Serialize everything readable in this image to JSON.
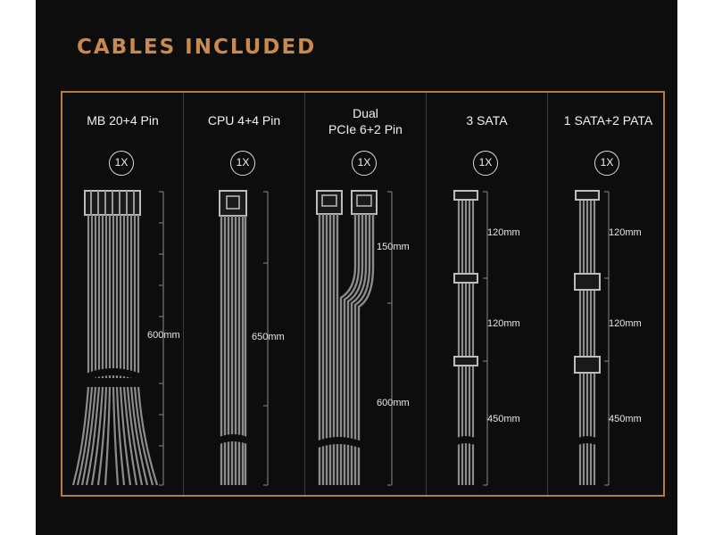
{
  "title": "CABLES INCLUDED",
  "colors": {
    "accent": "#c98a4c",
    "border": "#b47b44",
    "background": "#0d0d0d",
    "text": "#f2f2f2",
    "cable": "#a8a8a8"
  },
  "cables": [
    {
      "name": "MB 20+4 Pin",
      "quantity": "1X",
      "lengths": [
        "600mm"
      ]
    },
    {
      "name": "CPU 4+4 Pin",
      "quantity": "1X",
      "lengths": [
        "650mm"
      ]
    },
    {
      "name": "Dual\nPCIe 6+2 Pin",
      "quantity": "1X",
      "lengths": [
        "150mm",
        "600mm"
      ]
    },
    {
      "name": "3 SATA",
      "quantity": "1X",
      "lengths": [
        "120mm",
        "120mm",
        "450mm"
      ]
    },
    {
      "name": "1 SATA+2 PATA",
      "quantity": "1X",
      "lengths": [
        "120mm",
        "120mm",
        "450mm"
      ]
    }
  ]
}
